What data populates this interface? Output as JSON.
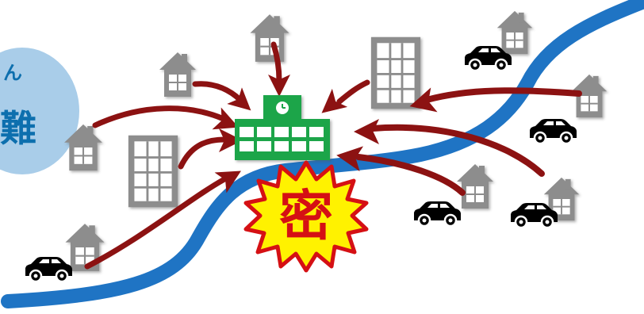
{
  "bubble": {
    "small_text": "ん",
    "large_text": "難",
    "fill_color": "#a9cde9",
    "text_color": "#0d6fae"
  },
  "badge": {
    "text": "密",
    "fill_color": "#fff200",
    "border_color": "#d51014",
    "text_color": "#d51014"
  },
  "colors": {
    "river": "#1f74c4",
    "arrow": "#8c1212",
    "school": "#1aa54a",
    "house": "#8d8d8d",
    "car": "#000000"
  },
  "icons": [
    "house-icon",
    "apartment-building-icon",
    "car-icon",
    "school-icon",
    "arrow-icon",
    "river"
  ]
}
